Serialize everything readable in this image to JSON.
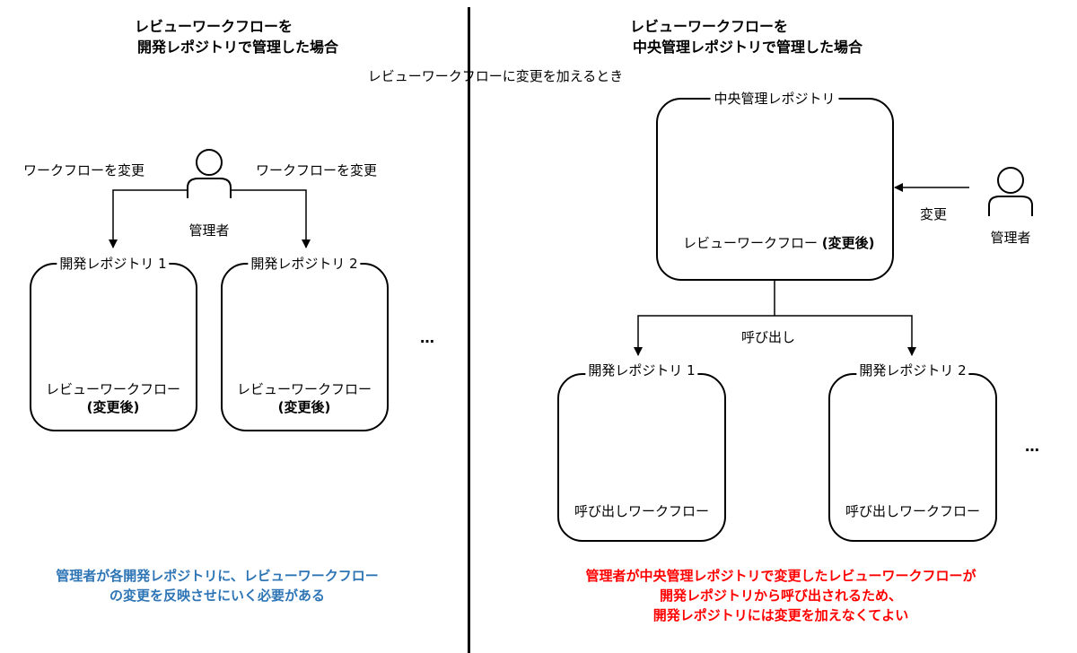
{
  "left": {
    "title_line1": "レビューワークフローを",
    "title_line2": "開発レポジトリで管理した場合",
    "change_label_left": "ワークフローを変更",
    "change_label_right": "ワークフローを変更",
    "admin_label": "管理者",
    "repos": [
      {
        "title": "開発レポジトリ 1",
        "caption": "レビューワークフロー",
        "caption2": "(変更後)"
      },
      {
        "title": "開発レポジトリ 2",
        "caption": "レビューワークフロー",
        "caption2": "(変更後)"
      }
    ],
    "ellipsis": "…",
    "note_line1": "管理者が各開発レポジトリに、レビューワークフロー",
    "note_line2": "の変更を反映させにいく必要がある",
    "note_color": "#2e75b6"
  },
  "center_caption": "レビューワークフローに変更を加えるとき",
  "right": {
    "title_line1": "レビューワークフローを",
    "title_line2": "中央管理レポジトリで管理した場合",
    "central": {
      "title": "中央管理レポジトリ",
      "caption": "レビューワークフロー",
      "caption_bold": "(変更後)"
    },
    "change_label": "変更",
    "admin_label": "管理者",
    "call_label": "呼び出し",
    "repos": [
      {
        "title": "開発レポジトリ 1",
        "caption": "呼び出しワークフロー"
      },
      {
        "title": "開発レポジトリ 2",
        "caption": "呼び出しワークフロー"
      }
    ],
    "ellipsis": "…",
    "note_line1": "管理者が中央管理レポジトリで変更したレビューワークフローが",
    "note_line2": "開発レポジトリから呼び出されるため、",
    "note_line3": "開発レポジトリには変更を加えなくてよい",
    "note_color": "#ff0000"
  },
  "icons": {
    "filled_workflow": "filled-workflow-icon",
    "outline_workflow": "outline-workflow-icon",
    "person": "person-icon"
  }
}
